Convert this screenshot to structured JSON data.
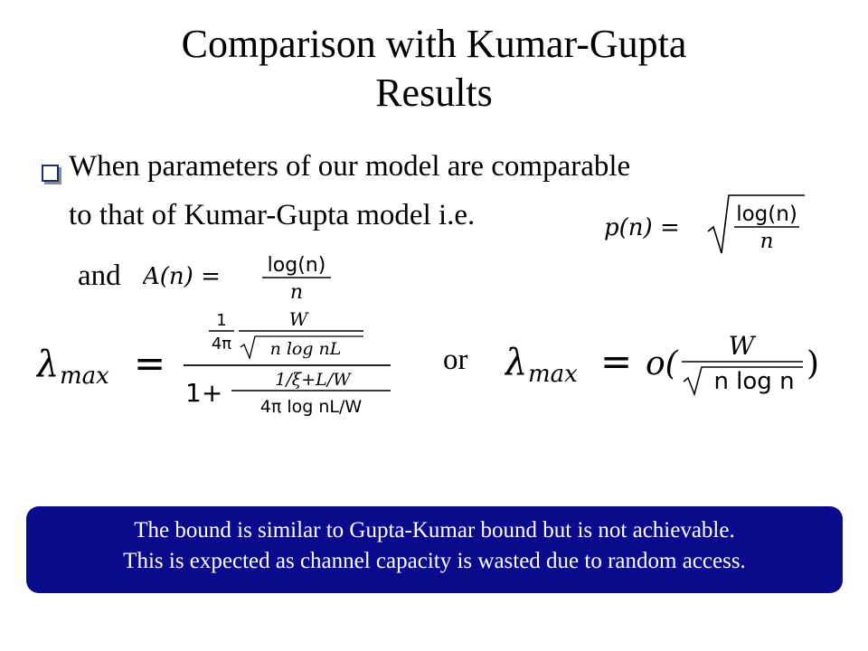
{
  "slide": {
    "title_line1": "Comparison with Kumar-Gupta",
    "title_line2": "Results",
    "bullet_line1": "When parameters of our model are comparable",
    "bullet_line2": "to that of Kumar-Gupta model i.e.",
    "and_text": "and",
    "or_text": "or"
  },
  "equations": {
    "p_of_n": {
      "lhs": "p(n) =",
      "numerator": "log(n)",
      "denominator": "n"
    },
    "a_of_n": {
      "lhs": "A(n) =",
      "numerator": "log(n)",
      "denominator": "n"
    },
    "lambda_full": {
      "lhs_symbol": "λ",
      "lhs_subscript": "max",
      "equals": "=",
      "top_coef_num": "1",
      "top_coef_den": "4π",
      "top_num": "W",
      "top_den": "n log nL",
      "one_plus": "1+",
      "bottom_num": "1/ξ+L/W",
      "bottom_den": "4π log nL/W"
    },
    "lambda_order": {
      "lhs_symbol": "λ",
      "lhs_subscript": "max",
      "equals": "=",
      "o_open": "o(",
      "num": "W",
      "den": "n log n",
      "close": ")"
    }
  },
  "callout": {
    "line1": "The bound is similar to Gupta-Kumar bound but is not achievable.",
    "line2": "This is expected as channel capacity is wasted due to random access.",
    "background_color": "#0a0a8c",
    "text_color": "#ffffff"
  },
  "colors": {
    "bullet_border": "#1f2a78"
  }
}
